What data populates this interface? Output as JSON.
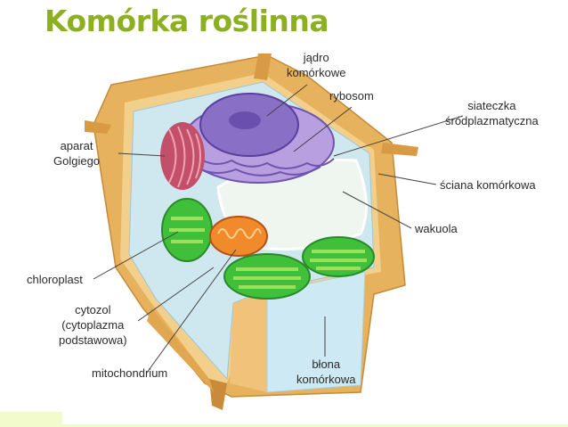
{
  "title": "Komórka roślinna",
  "colors": {
    "title": "#8cb021",
    "wall": "#e7b25e",
    "cytosol": "#cfe7ef",
    "nucleus": "#8a6fc6",
    "chloroplast": "#3fbf3a",
    "mitochondrion": "#f08a2a",
    "golgi": "#c2506a",
    "footer": "#f2fbcc"
  },
  "labels": {
    "nucleus": [
      "jądro",
      "komórkowe"
    ],
    "ribosome": "rybosom",
    "er": [
      "siateczka",
      "śródplazmatyczna"
    ],
    "golgi": [
      "aparat",
      "Golgiego"
    ],
    "cell_wall": "ściana komórkowa",
    "vacuole": "wakuola",
    "chloroplast": "chloroplast",
    "cytosol": [
      "cytozol",
      "(cytoplazma",
      "podstawowa)"
    ],
    "mitochondrion": "mitochondrium",
    "membrane": [
      "błona",
      "komórkowa"
    ]
  }
}
